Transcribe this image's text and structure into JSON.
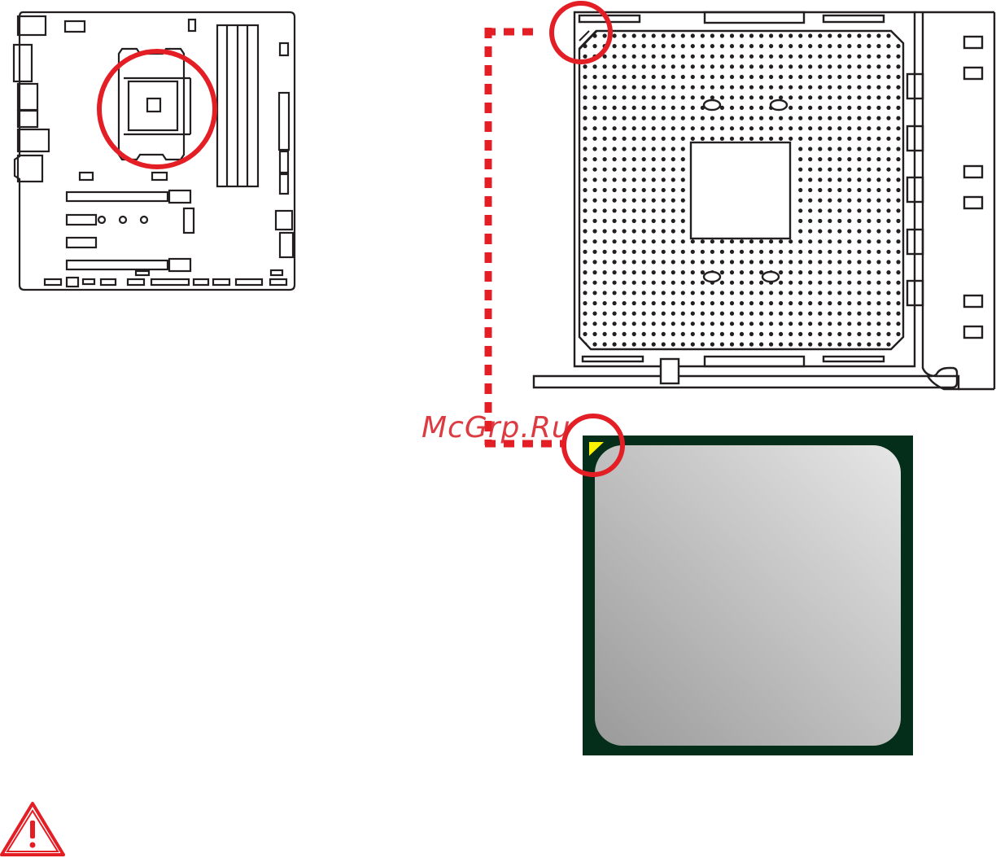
{
  "watermark": {
    "text": "McGrp.Ru"
  },
  "colors": {
    "stroke": "#231f20",
    "highlight_red": "#e31e25",
    "cpu_substrate": "#042d1a",
    "cpu_marker": "#fff200",
    "heatspreader_light": "#e6e6e6",
    "heatspreader_dark": "#9a9a9a"
  },
  "icons": {
    "warning": "warning-triangle-icon"
  },
  "socket": {
    "pin_grid": {
      "cols": 33,
      "rows": 31
    }
  }
}
